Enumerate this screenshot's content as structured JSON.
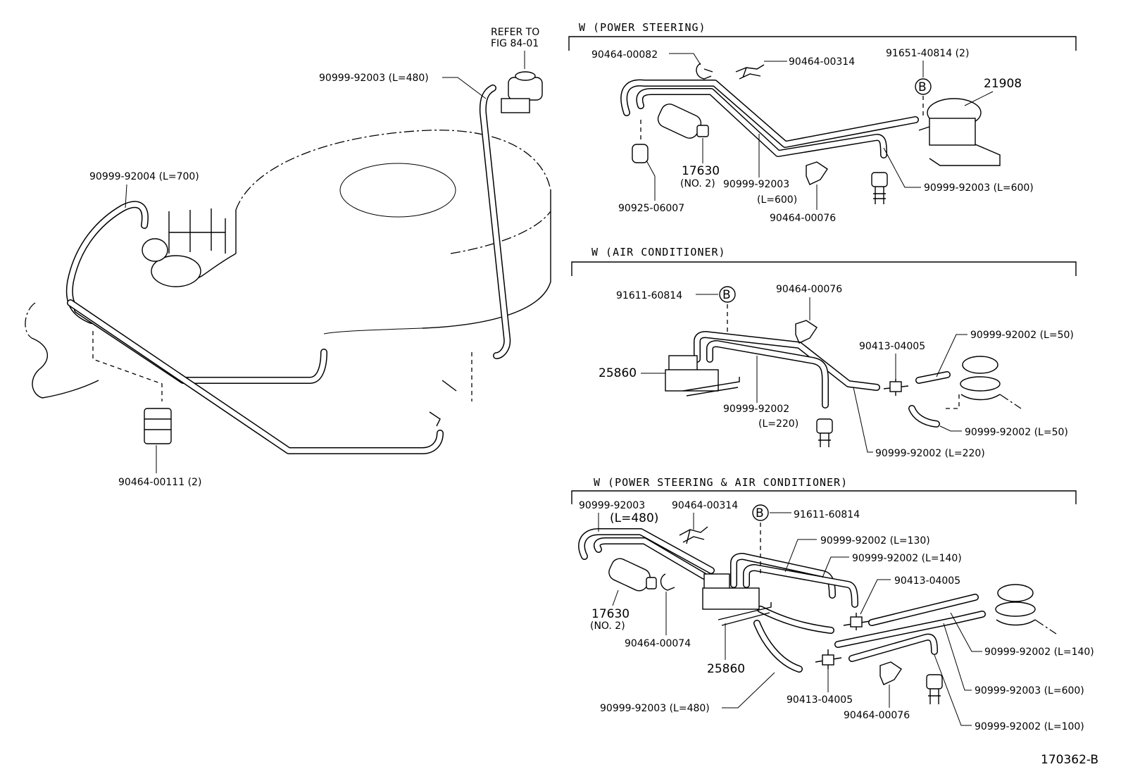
{
  "main": {
    "refer_label_1": "REFER TO",
    "refer_label_2": "FIG 84-01",
    "hose_480": "90999-92003 (L=480)",
    "hose_700": "90999-92004 (L=700)",
    "clamp_111": "90464-00111 (2)"
  },
  "power_steering": {
    "header": "W (POWER STEERING)",
    "clip_82": "90464-00082",
    "clip_314": "90464-00314",
    "plug": "91651-40814 (2)",
    "plug_marker": "B",
    "valve": "21908",
    "vsv_part": "17630",
    "vsv_note": "(NO. 2)",
    "hose_600_a": "90999-92003",
    "hose_600_a_len": "(L=600)",
    "hose_600_b": "90999-92003 (L=600)",
    "cap": "90925-06007",
    "clip_76": "90464-00076"
  },
  "air_conditioner": {
    "header": "W (AIR CONDITIONER)",
    "plug": "91611-60814",
    "plug_marker": "B",
    "clip_76": "90464-00076",
    "valve": "25860",
    "tee": "90413-04005",
    "hose_50_a": "90999-92002 (L=50)",
    "hose_50_b": "90999-92002 (L=50)",
    "hose_220_a": "90999-92002",
    "hose_220_a_len": "(L=220)",
    "hose_220_b": "90999-92002 (L=220)"
  },
  "ps_ac": {
    "header": "W (POWER STEERING & AIR CONDITIONER)",
    "hose_480_top": "90999-92003",
    "hose_480_top_len": "(L=480)",
    "clip_314": "90464-00314",
    "plug_marker": "B",
    "plug": "91611-60814",
    "hose_130": "90999-92002 (L=130)",
    "hose_140_a": "90999-92002 (L=140)",
    "tee_top": "90413-04005",
    "vsv_part": "17630",
    "vsv_note": "(NO. 2)",
    "clip_74": "90464-00074",
    "valve": "25860",
    "hose_140_b": "90999-92002 (L=140)",
    "hose_600": "90999-92003 (L=600)",
    "hose_480_bottom": "90999-92003 (L=480)",
    "tee_bottom": "90413-04005",
    "clip_76": "90464-00076",
    "hose_100": "90999-92002 (L=100)"
  },
  "footer": {
    "figure_id": "170362-B"
  }
}
